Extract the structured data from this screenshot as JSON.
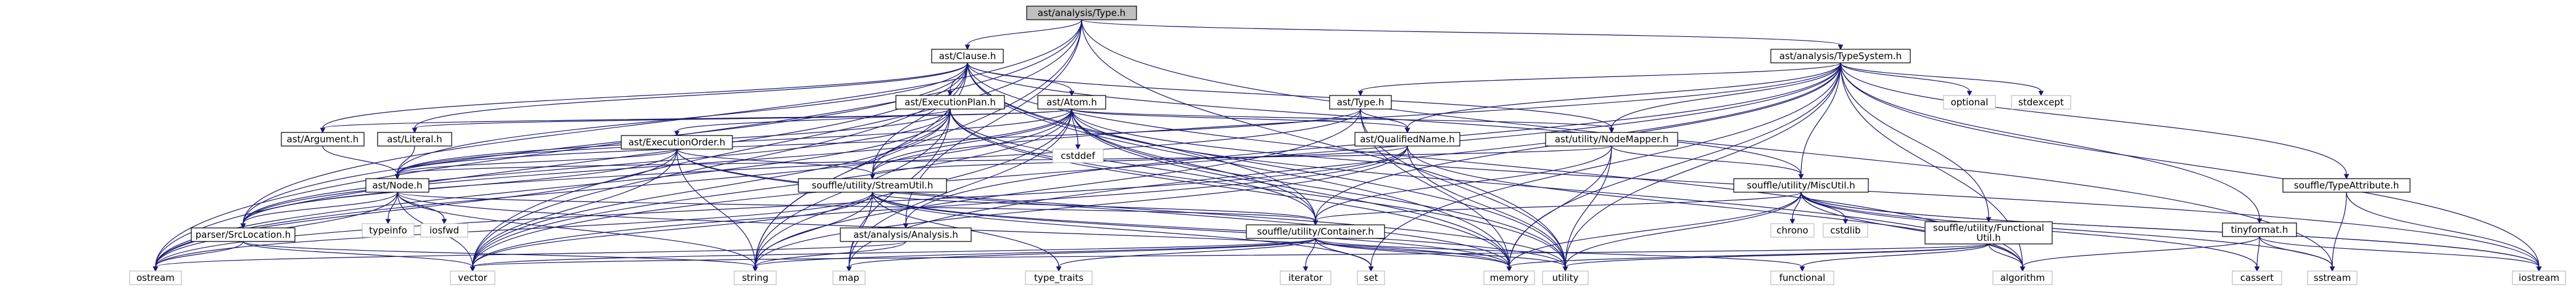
{
  "title": "ast/analysis/Type.h",
  "colors": {
    "edge": "#191970",
    "node_fill": "#ffffff",
    "node_stroke": "#000000",
    "ext_stroke": "#bfbfbf",
    "root_fill": "#bfbfbf"
  },
  "nodes": [
    {
      "id": "root",
      "label": "ast/analysis/Type.h",
      "kind": "root"
    },
    {
      "id": "clause",
      "label": "ast/Clause.h",
      "kind": "file"
    },
    {
      "id": "typesystem",
      "label": "ast/analysis/TypeSystem.h",
      "kind": "file"
    },
    {
      "id": "execplan",
      "label": "ast/ExecutionPlan.h",
      "kind": "file"
    },
    {
      "id": "atom",
      "label": "ast/Atom.h",
      "kind": "file"
    },
    {
      "id": "asttype",
      "label": "ast/Type.h",
      "kind": "file"
    },
    {
      "id": "optional",
      "label": "optional",
      "kind": "ext"
    },
    {
      "id": "stdexcept",
      "label": "stdexcept",
      "kind": "ext"
    },
    {
      "id": "argument",
      "label": "ast/Argument.h",
      "kind": "file"
    },
    {
      "id": "literal",
      "label": "ast/Literal.h",
      "kind": "file"
    },
    {
      "id": "execorder",
      "label": "ast/ExecutionOrder.h",
      "kind": "file"
    },
    {
      "id": "cstddef",
      "label": "cstddef",
      "kind": "ext"
    },
    {
      "id": "qualname",
      "label": "ast/QualifiedName.h",
      "kind": "file"
    },
    {
      "id": "nodemapper",
      "label": "ast/utility/NodeMapper.h",
      "kind": "file"
    },
    {
      "id": "typeattr",
      "label": "souffle/TypeAttribute.h",
      "kind": "file"
    },
    {
      "id": "node",
      "label": "ast/Node.h",
      "kind": "file"
    },
    {
      "id": "streamutil",
      "label": "souffle/utility/StreamUtil.h",
      "kind": "file"
    },
    {
      "id": "miscutil",
      "label": "souffle/utility/MiscUtil.h",
      "kind": "file"
    },
    {
      "id": "typeinfo",
      "label": "typeinfo",
      "kind": "ext"
    },
    {
      "id": "iosfwd",
      "label": "iosfwd",
      "kind": "ext"
    },
    {
      "id": "srcloc",
      "label": "parser/SrcLocation.h",
      "kind": "file"
    },
    {
      "id": "analysis",
      "label": "ast/analysis/Analysis.h",
      "kind": "file"
    },
    {
      "id": "container",
      "label": "souffle/utility/Container.h",
      "kind": "file"
    },
    {
      "id": "chrono",
      "label": "chrono",
      "kind": "ext"
    },
    {
      "id": "cstdlib",
      "label": "cstdlib",
      "kind": "ext"
    },
    {
      "id": "funcutil",
      "label": "souffle/utility/Functional\nUtil.h",
      "kind": "file"
    },
    {
      "id": "tinyformat",
      "label": "tinyformat.h",
      "kind": "file"
    },
    {
      "id": "ostream",
      "label": "ostream",
      "kind": "ext"
    },
    {
      "id": "vector",
      "label": "vector",
      "kind": "ext"
    },
    {
      "id": "string",
      "label": "string",
      "kind": "ext"
    },
    {
      "id": "map",
      "label": "map",
      "kind": "ext"
    },
    {
      "id": "type_traits",
      "label": "type_traits",
      "kind": "ext"
    },
    {
      "id": "iterator",
      "label": "iterator",
      "kind": "ext"
    },
    {
      "id": "set",
      "label": "set",
      "kind": "ext"
    },
    {
      "id": "memory",
      "label": "memory",
      "kind": "ext"
    },
    {
      "id": "utility",
      "label": "utility",
      "kind": "ext"
    },
    {
      "id": "functional",
      "label": "functional",
      "kind": "ext"
    },
    {
      "id": "algorithm",
      "label": "algorithm",
      "kind": "ext"
    },
    {
      "id": "cassert",
      "label": "cassert",
      "kind": "ext"
    },
    {
      "id": "sstream",
      "label": "sstream",
      "kind": "ext"
    },
    {
      "id": "iostream",
      "label": "iostream",
      "kind": "ext"
    }
  ],
  "edges": [
    [
      "root",
      "clause"
    ],
    [
      "root",
      "typesystem"
    ],
    [
      "root",
      "ostream"
    ],
    [
      "root",
      "vector"
    ],
    [
      "root",
      "string"
    ],
    [
      "root",
      "sstream"
    ],
    [
      "root",
      "utility"
    ],
    [
      "root",
      "srcloc"
    ],
    [
      "root",
      "analysis"
    ],
    [
      "clause",
      "execplan"
    ],
    [
      "clause",
      "atom"
    ],
    [
      "clause",
      "argument"
    ],
    [
      "clause",
      "literal"
    ],
    [
      "clause",
      "node"
    ],
    [
      "clause",
      "srcloc"
    ],
    [
      "clause",
      "streamutil"
    ],
    [
      "clause",
      "container"
    ],
    [
      "clause",
      "miscutil"
    ],
    [
      "clause",
      "nodemapper"
    ],
    [
      "clause",
      "ostream"
    ],
    [
      "clause",
      "vector"
    ],
    [
      "clause",
      "string"
    ],
    [
      "clause",
      "memory"
    ],
    [
      "clause",
      "algorithm"
    ],
    [
      "clause",
      "utility"
    ],
    [
      "typesystem",
      "asttype"
    ],
    [
      "typesystem",
      "qualname"
    ],
    [
      "typesystem",
      "optional"
    ],
    [
      "typesystem",
      "stdexcept"
    ],
    [
      "typesystem",
      "typeattr"
    ],
    [
      "typesystem",
      "miscutil"
    ],
    [
      "typesystem",
      "funcutil"
    ],
    [
      "typesystem",
      "tinyformat"
    ],
    [
      "typesystem",
      "streamutil"
    ],
    [
      "typesystem",
      "container"
    ],
    [
      "typesystem",
      "nodemapper"
    ],
    [
      "typesystem",
      "algorithm"
    ],
    [
      "typesystem",
      "iostream"
    ],
    [
      "typesystem",
      "vector"
    ],
    [
      "typesystem",
      "set"
    ],
    [
      "typesystem",
      "map"
    ],
    [
      "typesystem",
      "memory"
    ],
    [
      "typesystem",
      "utility"
    ],
    [
      "typesystem",
      "analysis"
    ],
    [
      "execplan",
      "execorder"
    ],
    [
      "execplan",
      "node"
    ],
    [
      "execplan",
      "srcloc"
    ],
    [
      "execplan",
      "streamutil"
    ],
    [
      "execplan",
      "container"
    ],
    [
      "execplan",
      "ostream"
    ],
    [
      "execplan",
      "vector"
    ],
    [
      "execplan",
      "map"
    ],
    [
      "execplan",
      "memory"
    ],
    [
      "execplan",
      "utility"
    ],
    [
      "execplan",
      "string"
    ],
    [
      "atom",
      "argument"
    ],
    [
      "atom",
      "literal"
    ],
    [
      "atom",
      "node"
    ],
    [
      "atom",
      "qualname"
    ],
    [
      "atom",
      "nodemapper"
    ],
    [
      "atom",
      "srcloc"
    ],
    [
      "atom",
      "streamutil"
    ],
    [
      "atom",
      "container"
    ],
    [
      "atom",
      "cstddef"
    ],
    [
      "atom",
      "ostream"
    ],
    [
      "atom",
      "string"
    ],
    [
      "atom",
      "vector"
    ],
    [
      "atom",
      "memory"
    ],
    [
      "atom",
      "utility"
    ],
    [
      "atom",
      "algorithm"
    ],
    [
      "atom",
      "iostream"
    ],
    [
      "atom",
      "map"
    ],
    [
      "asttype",
      "qualname"
    ],
    [
      "asttype",
      "node"
    ],
    [
      "asttype",
      "srcloc"
    ],
    [
      "asttype",
      "string"
    ],
    [
      "asttype",
      "utility"
    ],
    [
      "asttype",
      "memory"
    ],
    [
      "argument",
      "node"
    ],
    [
      "literal",
      "node"
    ],
    [
      "execorder",
      "node"
    ],
    [
      "execorder",
      "srcloc"
    ],
    [
      "execorder",
      "streamutil"
    ],
    [
      "execorder",
      "ostream"
    ],
    [
      "execorder",
      "vector"
    ],
    [
      "execorder",
      "string"
    ],
    [
      "execorder",
      "memory"
    ],
    [
      "execorder",
      "utility"
    ],
    [
      "qualname",
      "streamutil"
    ],
    [
      "qualname",
      "algorithm"
    ],
    [
      "qualname",
      "string"
    ],
    [
      "qualname",
      "vector"
    ],
    [
      "qualname",
      "ostream"
    ],
    [
      "qualname",
      "utility"
    ],
    [
      "nodemapper",
      "node"
    ],
    [
      "nodemapper",
      "miscutil"
    ],
    [
      "nodemapper",
      "container"
    ],
    [
      "nodemapper",
      "memory"
    ],
    [
      "nodemapper",
      "utility"
    ],
    [
      "typeattr",
      "iostream"
    ],
    [
      "typeattr",
      "sstream"
    ],
    [
      "node",
      "srcloc"
    ],
    [
      "node",
      "typeinfo"
    ],
    [
      "node",
      "iosfwd"
    ],
    [
      "node",
      "container"
    ],
    [
      "node",
      "memory"
    ],
    [
      "node",
      "ostream"
    ],
    [
      "node",
      "string"
    ],
    [
      "node",
      "vector"
    ],
    [
      "streamutil",
      "container"
    ],
    [
      "streamutil",
      "map"
    ],
    [
      "streamutil",
      "memory"
    ],
    [
      "streamutil",
      "ostream"
    ],
    [
      "streamutil",
      "set"
    ],
    [
      "streamutil",
      "string"
    ],
    [
      "streamutil",
      "utility"
    ],
    [
      "streamutil",
      "vector"
    ],
    [
      "streamutil",
      "type_traits"
    ],
    [
      "miscutil",
      "container"
    ],
    [
      "miscutil",
      "chrono"
    ],
    [
      "miscutil",
      "cstdlib"
    ],
    [
      "miscutil",
      "algorithm"
    ],
    [
      "miscutil",
      "cassert"
    ],
    [
      "miscutil",
      "iostream"
    ],
    [
      "miscutil",
      "memory"
    ],
    [
      "miscutil",
      "sstream"
    ],
    [
      "miscutil",
      "utility"
    ],
    [
      "miscutil",
      "iostream"
    ],
    [
      "srcloc",
      "ostream"
    ],
    [
      "srcloc",
      "string"
    ],
    [
      "srcloc",
      "vector"
    ],
    [
      "analysis",
      "ostream"
    ],
    [
      "analysis",
      "string"
    ],
    [
      "container",
      "map"
    ],
    [
      "container",
      "type_traits"
    ],
    [
      "container",
      "iterator"
    ],
    [
      "container",
      "set"
    ],
    [
      "container",
      "memory"
    ],
    [
      "container",
      "utility"
    ],
    [
      "container",
      "functional"
    ],
    [
      "container",
      "vector"
    ],
    [
      "container",
      "string"
    ],
    [
      "funcutil",
      "algorithm"
    ],
    [
      "funcutil",
      "functional"
    ],
    [
      "funcutil",
      "memory"
    ],
    [
      "funcutil",
      "utility"
    ],
    [
      "funcutil",
      "vector"
    ],
    [
      "tinyformat",
      "algorithm"
    ],
    [
      "tinyformat",
      "cassert"
    ],
    [
      "tinyformat",
      "sstream"
    ],
    [
      "tinyformat",
      "iostream"
    ]
  ]
}
